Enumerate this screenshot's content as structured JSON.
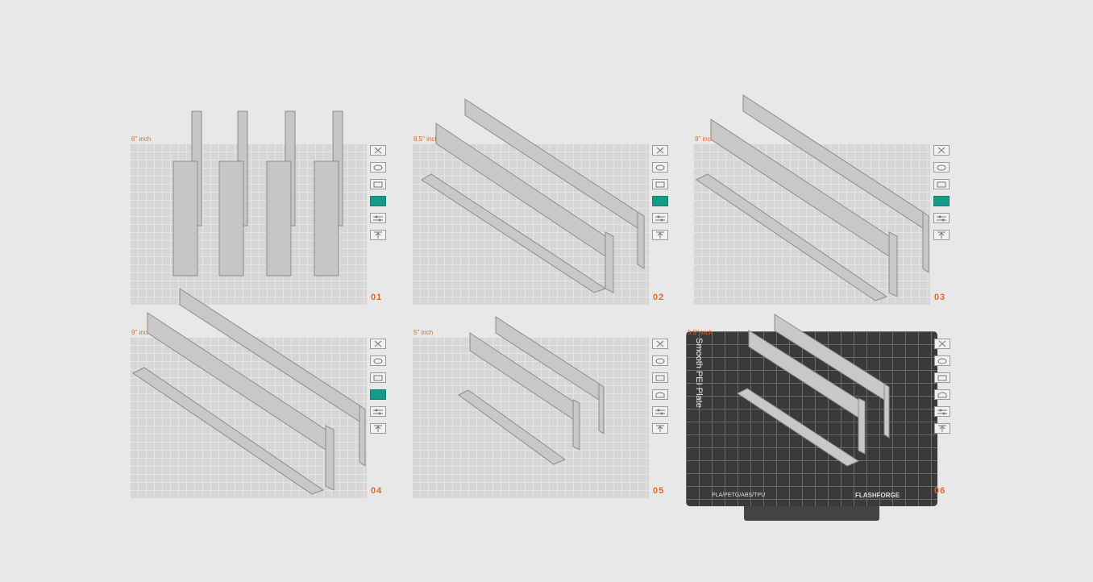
{
  "panels": [
    {
      "label": "6\" inch",
      "number": "01"
    },
    {
      "label": "8.5\" inch",
      "number": "02"
    },
    {
      "label": "9\" inch",
      "number": "03"
    },
    {
      "label": "9\" inch",
      "number": "04"
    },
    {
      "label": "5\" inch",
      "number": "05"
    },
    {
      "label": "5.5\" inch",
      "number": "06"
    }
  ],
  "toolbar_icons": [
    "close-icon",
    "camera-icon",
    "plate-icon",
    "layer-icon",
    "settings-slider-icon",
    "upload-icon"
  ],
  "pet_plate": {
    "title": "Smooth PEI Plate",
    "materials": "PLA/PETG/ABS/TPU",
    "brand": "FLASHFORGE"
  },
  "colors": {
    "accent": "#e0652a",
    "active": "#169a8a"
  }
}
